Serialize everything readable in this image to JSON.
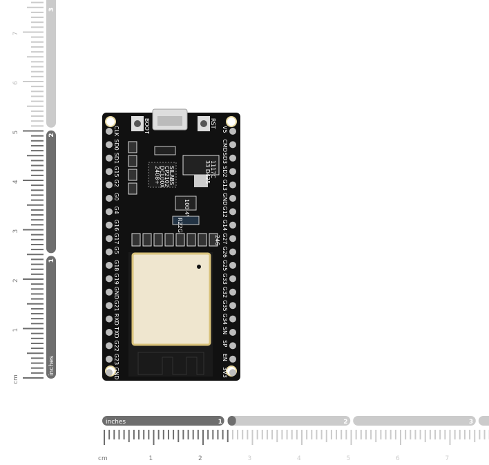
{
  "rulers": {
    "unit_inches": "inches",
    "unit_cm": "cm",
    "inch_labels": [
      "1",
      "2",
      "3"
    ],
    "cm_labels": [
      "1",
      "2",
      "3",
      "4",
      "5",
      "6",
      "7"
    ],
    "colors": {
      "dark": "#6e6e6e",
      "light": "#cbcbcb"
    }
  },
  "board": {
    "buttons": {
      "boot": "BOOT",
      "reset": "RST"
    },
    "left_pins": [
      "CLK",
      "SD0",
      "SD1",
      "G15",
      "G2",
      "G0",
      "G4",
      "G16",
      "G17",
      "G5",
      "G18",
      "G19",
      "GND",
      "G21",
      "RXD",
      "TXD",
      "G22",
      "G23",
      "GND"
    ],
    "right_pins": [
      "V5",
      "CMD",
      "SD3",
      "SD2",
      "G13",
      "GND",
      "G12",
      "G14",
      "G27",
      "G26",
      "G25",
      "G33",
      "G32",
      "G35",
      "G34",
      "SN",
      "SP",
      "EN",
      "3V3"
    ],
    "chip_text": [
      "SILABS",
      "CP2102",
      "DCL00X",
      "2408+"
    ],
    "regulator_text": [
      "1117C",
      "33 D425"
    ],
    "inductor_text": "100 4V",
    "resistor_text": "R22G",
    "marking": "246",
    "colors": {
      "pcb": "#111111",
      "module": "#efe6cf",
      "silk": "#ffffff",
      "pad": "#d9c27a"
    }
  }
}
